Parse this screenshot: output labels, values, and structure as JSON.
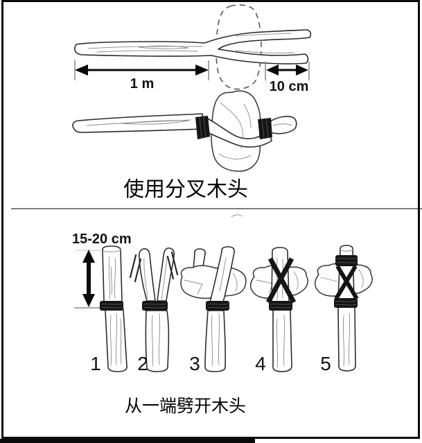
{
  "figure": {
    "section1": {
      "caption": "使用分叉木头",
      "handle_length_label": "1 m",
      "fork_length_label": "10 cm"
    },
    "section2": {
      "caption": "从一端劈开木头",
      "split_depth_label": "15-20 cm",
      "step_numbers": [
        "1",
        "2",
        "3",
        "4",
        "5"
      ]
    },
    "colors": {
      "background": "#ffffff",
      "line_art": "#2b2b2b",
      "lashing": "#151515",
      "divider": "#7f7f7f",
      "frame": "#0a0a0a"
    }
  }
}
